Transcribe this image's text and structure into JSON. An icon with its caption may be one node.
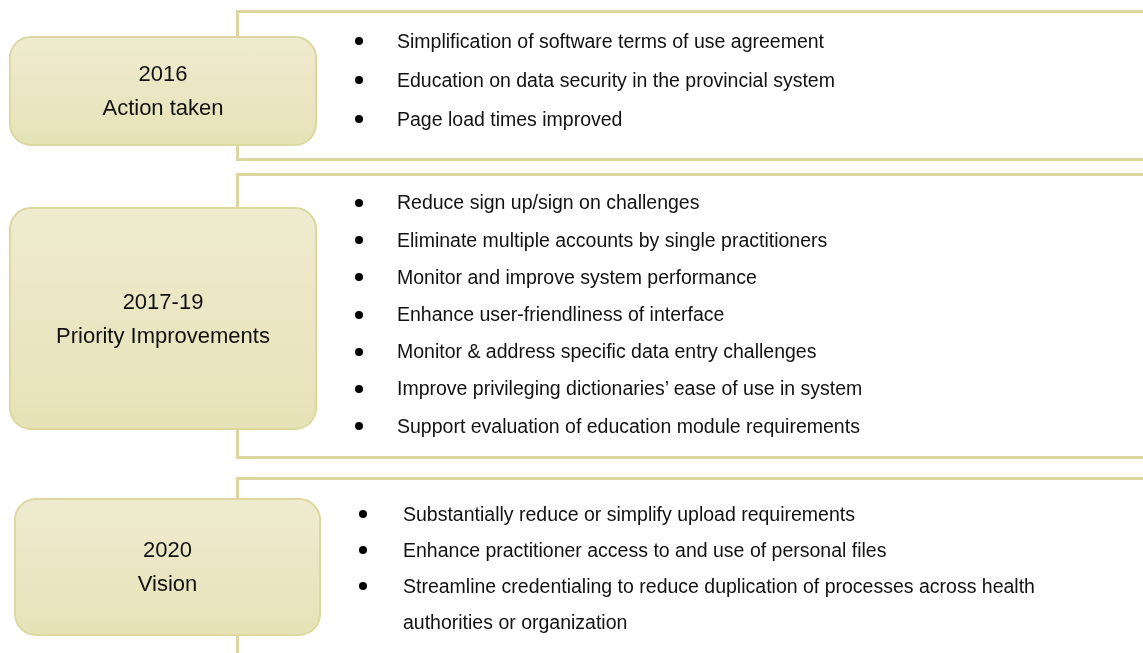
{
  "diagram": {
    "nodes": [
      {
        "text": [
          "2016",
          "Action taken"
        ]
      },
      {
        "text": [
          "Simplification of software terms of use agreement",
          "Education on data security in the provincial system",
          "Page load times improved"
        ]
      },
      {
        "text": [
          "2017-19",
          "Priority Improvements"
        ]
      },
      {
        "text": [
          "Reduce sign up/sign on challenges",
          "Eliminate multiple accounts by single practitioners",
          "Monitor and improve system performance",
          "Enhance user-friendliness of interface",
          "Monitor & address specific data entry challenges",
          "Improve privileging dictionaries’ ease of use in system",
          "Support evaluation of education module requirements"
        ]
      },
      {
        "text": [
          "2020",
          "Vision"
        ]
      },
      {
        "text": [
          "Substantially reduce or simplify upload requirements",
          "Enhance practitioner access to and use of personal files",
          "Streamline credentialing to reduce duplication of processes across health authorities or organization"
        ]
      }
    ]
  }
}
